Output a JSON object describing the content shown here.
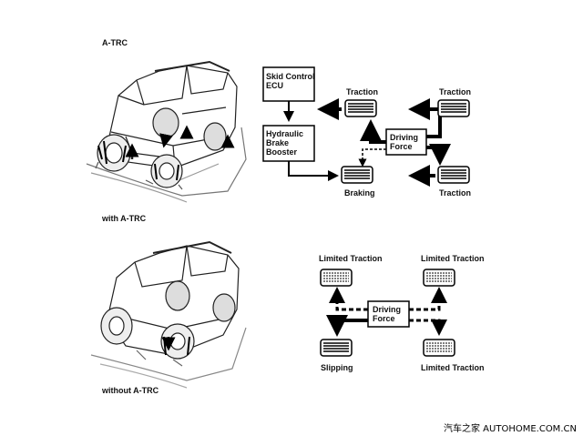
{
  "top": {
    "heading": "A-TRC",
    "caption": "with A-TRC",
    "ecu_label_line1": "Skid Control",
    "ecu_label_line2": "ECU",
    "booster_label_line1": "Hydraulic",
    "booster_label_line2": "Brake",
    "booster_label_line3": "Booster",
    "driving_force_line1": "Driving",
    "driving_force_line2": "Force",
    "traction_fl": "Traction",
    "traction_fr": "Traction",
    "traction_rr": "Traction",
    "braking": "Braking"
  },
  "bottom": {
    "caption": "without A-TRC",
    "driving_force_line1": "Driving",
    "driving_force_line2": "Force",
    "limited_fl": "Limited Traction",
    "limited_fr": "Limited Traction",
    "limited_rr": "Limited Traction",
    "slipping": "Slipping"
  },
  "watermark": "汽车之家 AUTOHOME.COM.CN"
}
